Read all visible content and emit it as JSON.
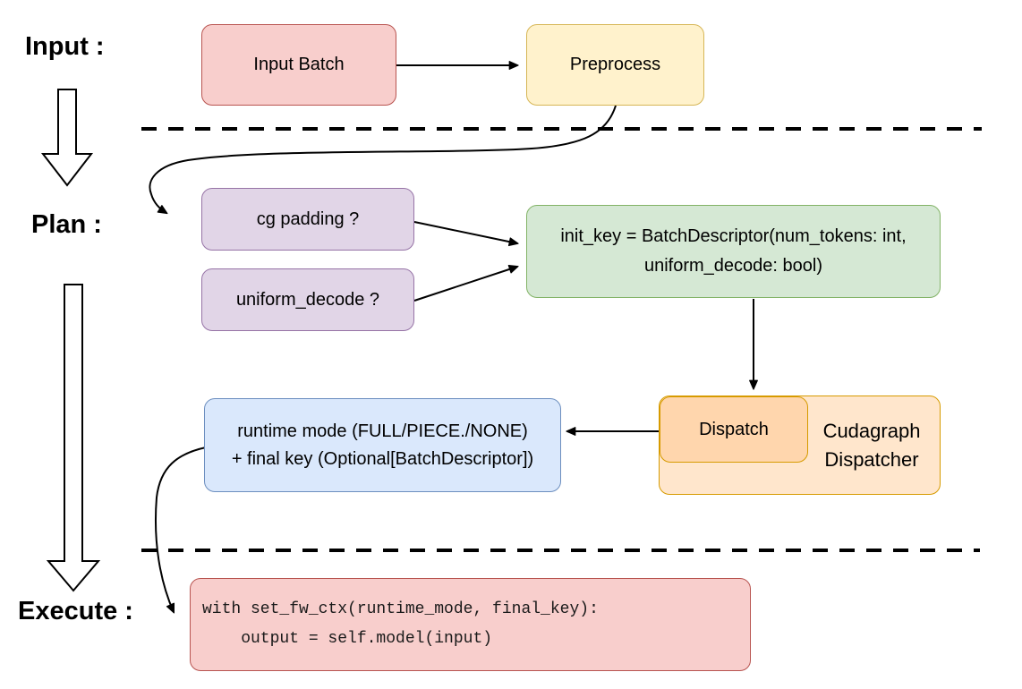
{
  "stage_labels": {
    "input": "Input :",
    "plan": "Plan :",
    "execute": "Execute :"
  },
  "boxes": {
    "input_batch": {
      "label": "Input Batch"
    },
    "preprocess": {
      "label": "Preprocess"
    },
    "cg_padding": {
      "label": "cg padding ?"
    },
    "uniform_decode": {
      "label": "uniform_decode ?"
    },
    "init_key": {
      "line1": "init_key = BatchDescriptor(num_tokens: int,",
      "line2": "uniform_decode: bool)"
    },
    "dispatch": {
      "label": "Dispatch"
    },
    "cudagraph_dispatcher": {
      "line1": "Cudagraph",
      "line2": "Dispatcher"
    },
    "runtime_result": {
      "line1": "runtime mode (FULL/PIECE./NONE)",
      "line2": "+ final key (Optional[BatchDescriptor])"
    },
    "execute_code": {
      "line1": "with set_fw_ctx(runtime_mode, final_key):",
      "line2": "    output = self.model(input)"
    }
  },
  "palette": {
    "red_fill": "#f8cecc",
    "red_stroke": "#b85450",
    "yellow_fill": "#fff2cc",
    "yellow_stroke": "#d6b656",
    "purple_fill": "#e1d5e7",
    "purple_stroke": "#9673a6",
    "green_fill": "#d5e8d4",
    "green_stroke": "#82b366",
    "orange_fill": "#ffe6cc",
    "orange_inner_fill": "#ffd6ad",
    "orange_stroke": "#d79b00",
    "blue_fill": "#dae8fc",
    "blue_stroke": "#6c8ebf",
    "connector_color": "#000000"
  }
}
